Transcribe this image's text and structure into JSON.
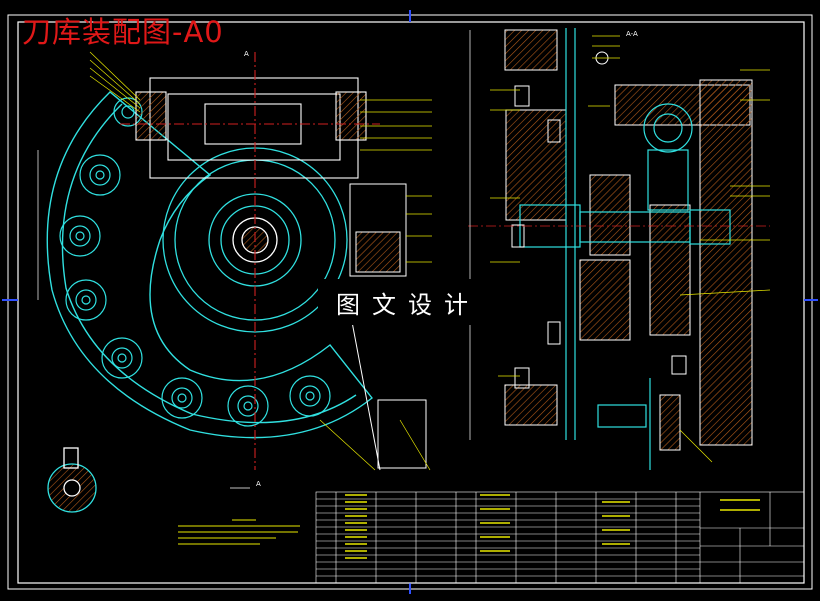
{
  "title": "刀库装配图-A0",
  "watermark": "图文设计",
  "colors": {
    "background": "#000000",
    "frame": "#ffffff",
    "outline": "#30e0e0",
    "part": "#ffffff",
    "leader": "#e8e800",
    "hatch": "#b05a1a",
    "title_text": "#e01818",
    "center_line": "#d02020"
  },
  "section_view_label": "A-A",
  "view_marks": [
    "A",
    "A"
  ]
}
